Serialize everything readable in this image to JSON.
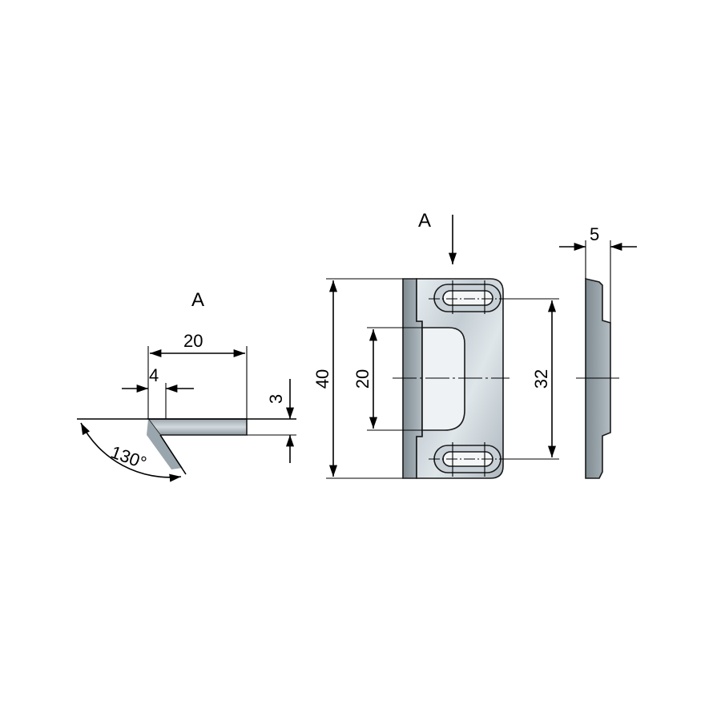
{
  "view_labels": {
    "side_view": "A",
    "direction_arrow": "A"
  },
  "dimensions": {
    "side_width": "20",
    "side_lip": "4",
    "side_thickness": "3",
    "angle": "130°",
    "total_height": "40",
    "opening_height": "20",
    "slot_spacing": "32",
    "edge_depth": "5"
  },
  "colors": {
    "line": "#000000",
    "metal_light": "#d9e2e8",
    "metal_mid": "#a9b4bb",
    "metal_dark": "#7d8890"
  }
}
